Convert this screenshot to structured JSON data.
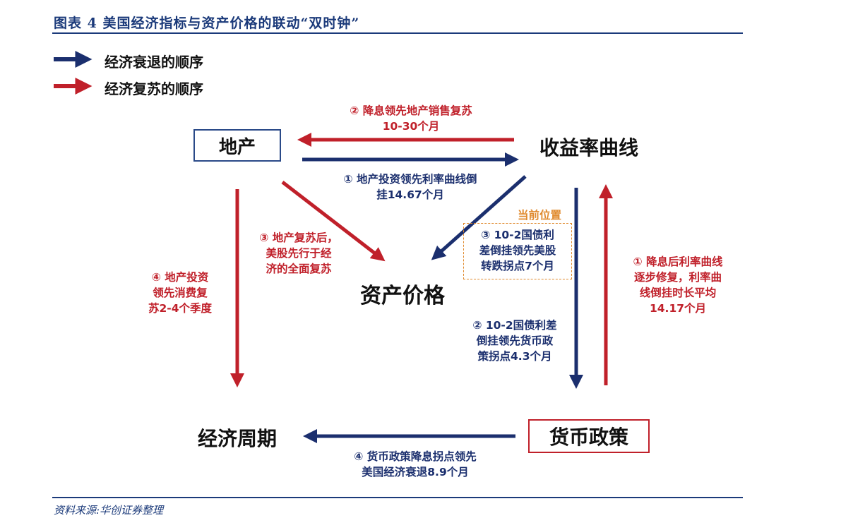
{
  "header": {
    "title": "图表 4   美国经济指标与资产价格的联动“双时钟”"
  },
  "legend": {
    "items": [
      {
        "label": "经济衰退的顺序",
        "color": "#1b2f6e"
      },
      {
        "label": "经济复苏的顺序",
        "color": "#c0202a"
      }
    ]
  },
  "nodes": {
    "real_estate": "地产",
    "yield_curve": "收益率曲线",
    "asset_prices": "资产价格",
    "economic_cycle": "经济周期",
    "monetary_policy": "货币政策"
  },
  "labels": {
    "red_rate_cut_property_sales": [
      "② 降息领先地产销售复苏",
      "10-30个月"
    ],
    "blue_property_invest_yield_inversion": [
      "① 地产投资领先利率曲线倒",
      "挂14.67个月"
    ],
    "red_property_recovery_stocks": [
      "③ 地产复苏后，",
      "美股先行于经",
      "济的全面复苏"
    ],
    "red_property_invest_consumption": [
      "④ 地产投资",
      "领先消费复",
      "苏2-4个季度"
    ],
    "current_position": "当前位置",
    "blue_inversion_us_stocks": [
      "③ 10-2国债利",
      "差倒挂领先美股",
      "转跌拐点7个月"
    ],
    "blue_inversion_policy": [
      "② 10-2国债利差",
      "倒挂领先货币政",
      "策拐点4.3个月"
    ],
    "red_rate_cut_curve_repair": [
      "① 降息后利率曲线",
      "逐步修复，利率曲",
      "线倒挂时长平均",
      "14.17个月"
    ],
    "blue_policy_recession": [
      "④ 货币政策降息拐点领先",
      "美国经济衰退8.9个月"
    ]
  },
  "footer": {
    "source": "资料来源:华创证券整理"
  },
  "colors": {
    "recession_blue": "#1b2f6e",
    "recovery_red": "#c0202a",
    "current_orange": "#e08a2e",
    "rule_blue": "#1b3a7a"
  }
}
